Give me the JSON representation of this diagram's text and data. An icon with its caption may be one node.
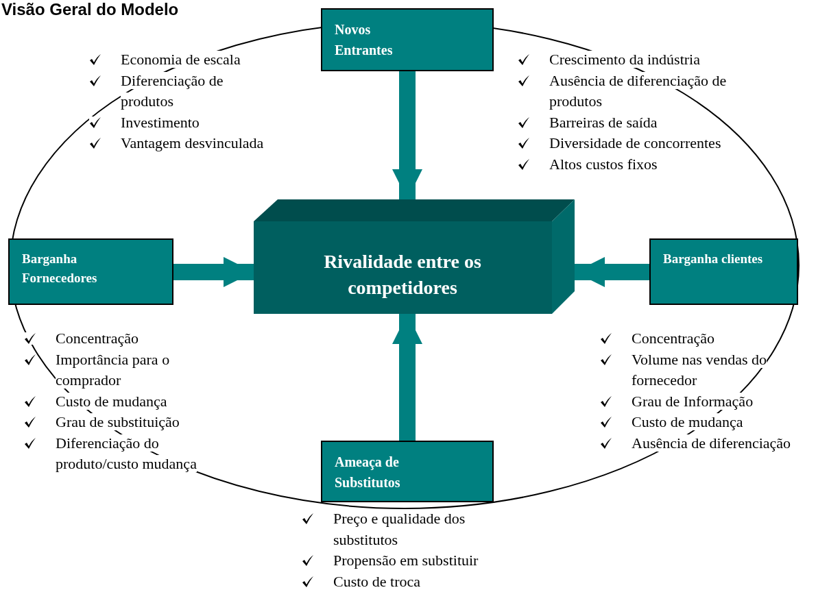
{
  "diagram": {
    "title": "Visão Geral do Modelo",
    "nodes": [
      {
        "text": [
          "Rivalidade entre os competidores"
        ]
      },
      {
        "text": [
          "Novos Entrantes"
        ]
      },
      {
        "text": [
          "Barganha Fornecedores"
        ]
      },
      {
        "text": [
          "Barganha clientes"
        ]
      },
      {
        "text": [
          "Ameaça de Substitutos"
        ]
      }
    ],
    "edges": [
      {
        "from": 1,
        "to": 0,
        "arrow": "to"
      },
      {
        "from": 2,
        "to": 0,
        "arrow": "to"
      },
      {
        "from": 3,
        "to": 0,
        "arrow": "to"
      },
      {
        "from": 4,
        "to": 0,
        "arrow": "to"
      }
    ],
    "labels": [
      "Economia de escala",
      "Diferenciação de produtos",
      "Investimento",
      "Vantagem desvinculada",
      "Crescimento da indústria",
      "Ausência de diferenciação de produtos",
      "Barreiras de saída",
      "Diversidade de concorrentes",
      "Altos custos fixos",
      "Concentração",
      "Importância para o comprador",
      "Custo de mudança",
      "Grau de substituição",
      "Diferenciação do produto/custo mudança",
      "Concentração",
      "Volume nas vendas do fornecedor",
      "Grau de Informação",
      "Custo de mudança",
      "Ausência de diferenciação",
      "Preço e qualidade dos substitutos",
      "Propensão em substituir",
      "Custo de troca"
    ]
  }
}
